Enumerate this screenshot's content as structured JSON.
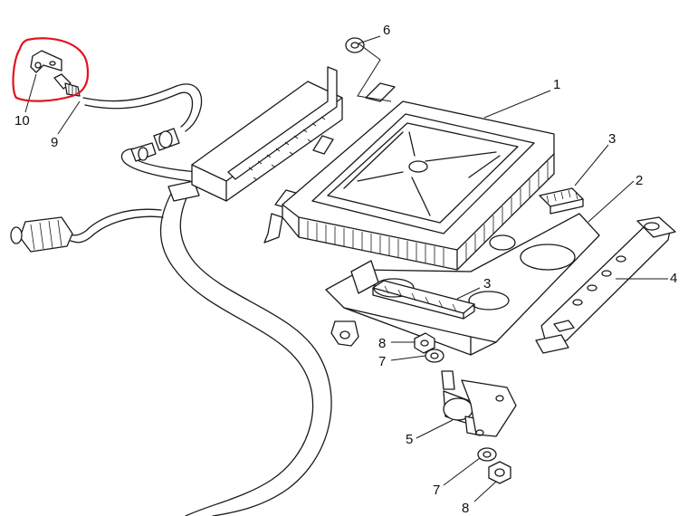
{
  "callouts": [
    {
      "id": "c1",
      "label": "1"
    },
    {
      "id": "c2",
      "label": "2"
    },
    {
      "id": "c3a",
      "label": "3"
    },
    {
      "id": "c3b",
      "label": "3"
    },
    {
      "id": "c4",
      "label": "4"
    },
    {
      "id": "c5",
      "label": "5"
    },
    {
      "id": "c6",
      "label": "6"
    },
    {
      "id": "c7a",
      "label": "7"
    },
    {
      "id": "c7b",
      "label": "7"
    },
    {
      "id": "c8a",
      "label": "8"
    },
    {
      "id": "c8b",
      "label": "8"
    },
    {
      "id": "c9",
      "label": "9"
    },
    {
      "id": "c10",
      "label": "10"
    }
  ],
  "highlight": {
    "color": "#e0141e",
    "target_label": "10"
  },
  "colors": {
    "ink": "#1a1a1a",
    "paper": "#ffffff"
  }
}
